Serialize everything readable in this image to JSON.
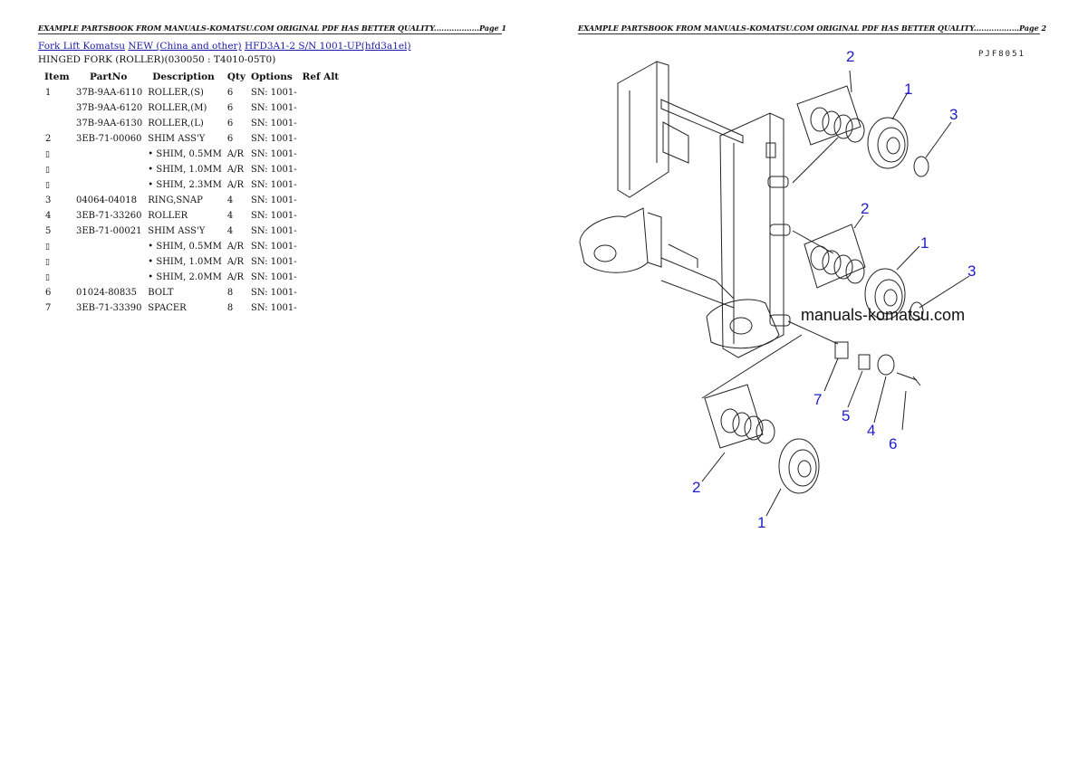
{
  "headers": {
    "page1": "EXAMPLE PARTSBOOK FROM MANUALS-KOMATSU.COM ORIGINAL PDF HAS BETTER QUALITY..................Page 1",
    "page2": "EXAMPLE PARTSBOOK FROM MANUALS-KOMATSU.COM ORIGINAL PDF HAS BETTER QUALITY..................Page 2"
  },
  "breadcrumb": {
    "link1": "Fork Lift Komatsu",
    "link2": "NEW (China and other)",
    "link3": "HFD3A1-2 S/N 1001-UP(hfd3a1el)"
  },
  "subtitle": "HINGED FORK (ROLLER)(030050 : T4010-05T0)",
  "table": {
    "headers": [
      "Item",
      "PartNo",
      "Description",
      "Qty",
      "Options",
      "Ref Alt"
    ],
    "rows": [
      {
        "item": "1",
        "part": "37B-9AA-6110",
        "desc": "ROLLER,(S)",
        "qty": "6",
        "opt": "SN: 1001-"
      },
      {
        "item": "",
        "part": "37B-9AA-6120",
        "desc": "ROLLER,(M)",
        "qty": "6",
        "opt": "SN: 1001-"
      },
      {
        "item": "",
        "part": "37B-9AA-6130",
        "desc": "ROLLER,(L)",
        "qty": "6",
        "opt": "SN: 1001-"
      },
      {
        "item": "2",
        "part": "3EB-71-00060",
        "desc": "SHIM ASS'Y",
        "qty": "6",
        "opt": "SN: 1001-"
      },
      {
        "item": "",
        "part": "",
        "glyph": true,
        "desc": "• SHIM, 0.5MM",
        "qty": "A/R",
        "opt": "SN: 1001-"
      },
      {
        "item": "",
        "part": "",
        "glyph": true,
        "desc": "• SHIM, 1.0MM",
        "qty": "A/R",
        "opt": "SN: 1001-"
      },
      {
        "item": "",
        "part": "",
        "glyph": true,
        "desc": "• SHIM, 2.3MM",
        "qty": "A/R",
        "opt": "SN: 1001-"
      },
      {
        "item": "3",
        "part": "04064-04018",
        "desc": "RING,SNAP",
        "qty": "4",
        "opt": "SN: 1001-"
      },
      {
        "item": "4",
        "part": "3EB-71-33260",
        "desc": "ROLLER",
        "qty": "4",
        "opt": "SN: 1001-"
      },
      {
        "item": "5",
        "part": "3EB-71-00021",
        "desc": "SHIM ASS'Y",
        "qty": "4",
        "opt": "SN: 1001-"
      },
      {
        "item": "",
        "part": "",
        "glyph": true,
        "desc": "• SHIM, 0.5MM",
        "qty": "A/R",
        "opt": "SN: 1001-"
      },
      {
        "item": "",
        "part": "",
        "glyph": true,
        "desc": "• SHIM, 1.0MM",
        "qty": "A/R",
        "opt": "SN: 1001-"
      },
      {
        "item": "",
        "part": "",
        "glyph": true,
        "desc": "• SHIM, 2.0MM",
        "qty": "A/R",
        "opt": "SN: 1001-"
      },
      {
        "item": "6",
        "part": "01024-80835",
        "desc": "BOLT",
        "qty": "8",
        "opt": "SN: 1001-"
      },
      {
        "item": "7",
        "part": "3EB-71-33390",
        "desc": "SPACER",
        "qty": "8",
        "opt": "SN: 1001-"
      }
    ]
  },
  "diagram": {
    "code": "PJF8051",
    "watermark": "manuals-komatsu.com",
    "callouts": [
      "1",
      "2",
      "3",
      "1",
      "2",
      "3",
      "7",
      "5",
      "4",
      "6",
      "2",
      "1"
    ],
    "callout_color": "#1d1dcc"
  }
}
